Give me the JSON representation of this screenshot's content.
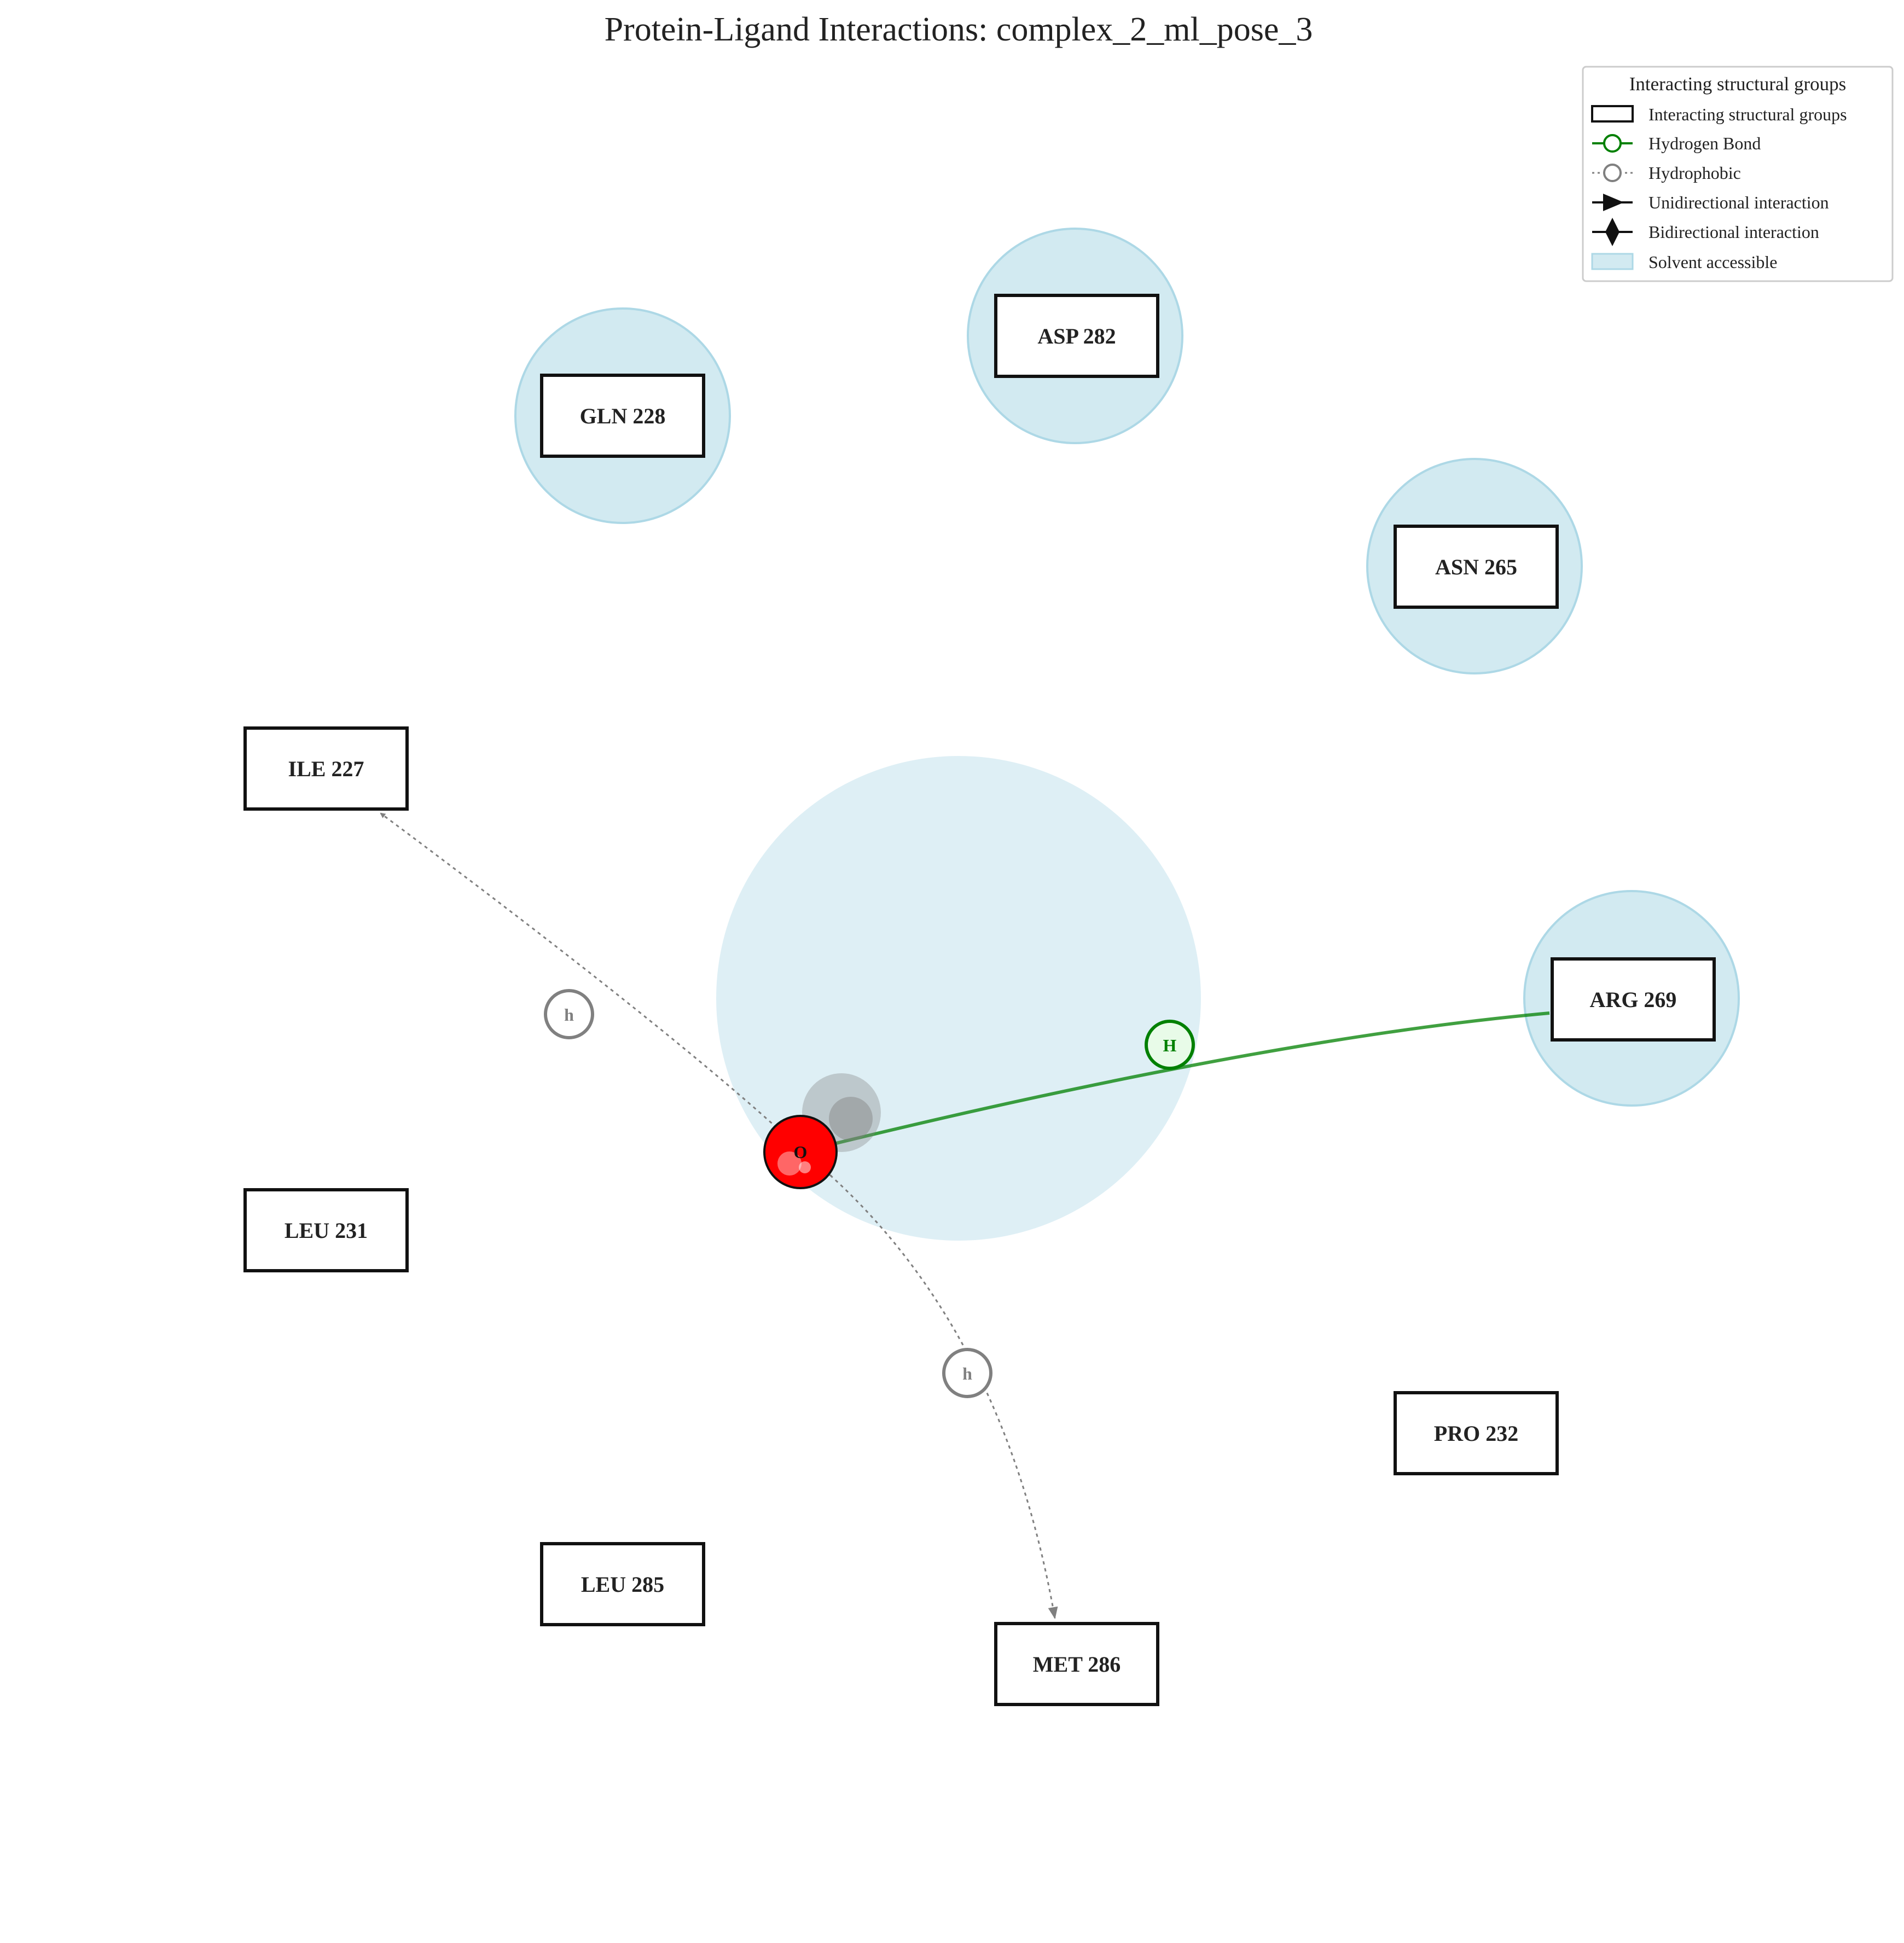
{
  "title": "Protein-Ligand Interactions: complex_2_ml_pose_3",
  "residues": [
    {
      "id": "gln-228",
      "label": "GLN 228",
      "solvent_accessible": true
    },
    {
      "id": "asp-282",
      "label": "ASP 282",
      "solvent_accessible": true
    },
    {
      "id": "asn-265",
      "label": "ASN 265",
      "solvent_accessible": true
    },
    {
      "id": "ile-227",
      "label": "ILE 227",
      "solvent_accessible": false
    },
    {
      "id": "arg-269",
      "label": "ARG 269",
      "solvent_accessible": true
    },
    {
      "id": "leu-231",
      "label": "LEU 231",
      "solvent_accessible": false
    },
    {
      "id": "pro-232",
      "label": "PRO 232",
      "solvent_accessible": false
    },
    {
      "id": "leu-285",
      "label": "LEU 285",
      "solvent_accessible": false
    },
    {
      "id": "met-286",
      "label": "MET 286",
      "solvent_accessible": false
    }
  ],
  "ligand_atom": {
    "label": "O",
    "color": "#ff0000"
  },
  "interactions": [
    {
      "type": "Hydrogen Bond",
      "residue": "ARG 269",
      "marker": "H",
      "color": "#008000"
    },
    {
      "type": "Hydrophobic",
      "residue": "ILE 227",
      "marker": "h",
      "color": "#808080"
    },
    {
      "type": "Hydrophobic",
      "residue": "MET 286",
      "marker": "h",
      "color": "#808080"
    }
  ],
  "legend": {
    "title": "Interacting structural groups",
    "items": [
      "Interacting structural groups",
      "Hydrogen Bond",
      "Hydrophobic",
      "Unidirectional interaction",
      "Bidirectional interaction",
      "Solvent accessible"
    ]
  },
  "colors": {
    "solvent": "#add8e6",
    "hbond": "#008000",
    "hydrophobic": "#808080",
    "ligand_oxygen": "#ff0000"
  }
}
